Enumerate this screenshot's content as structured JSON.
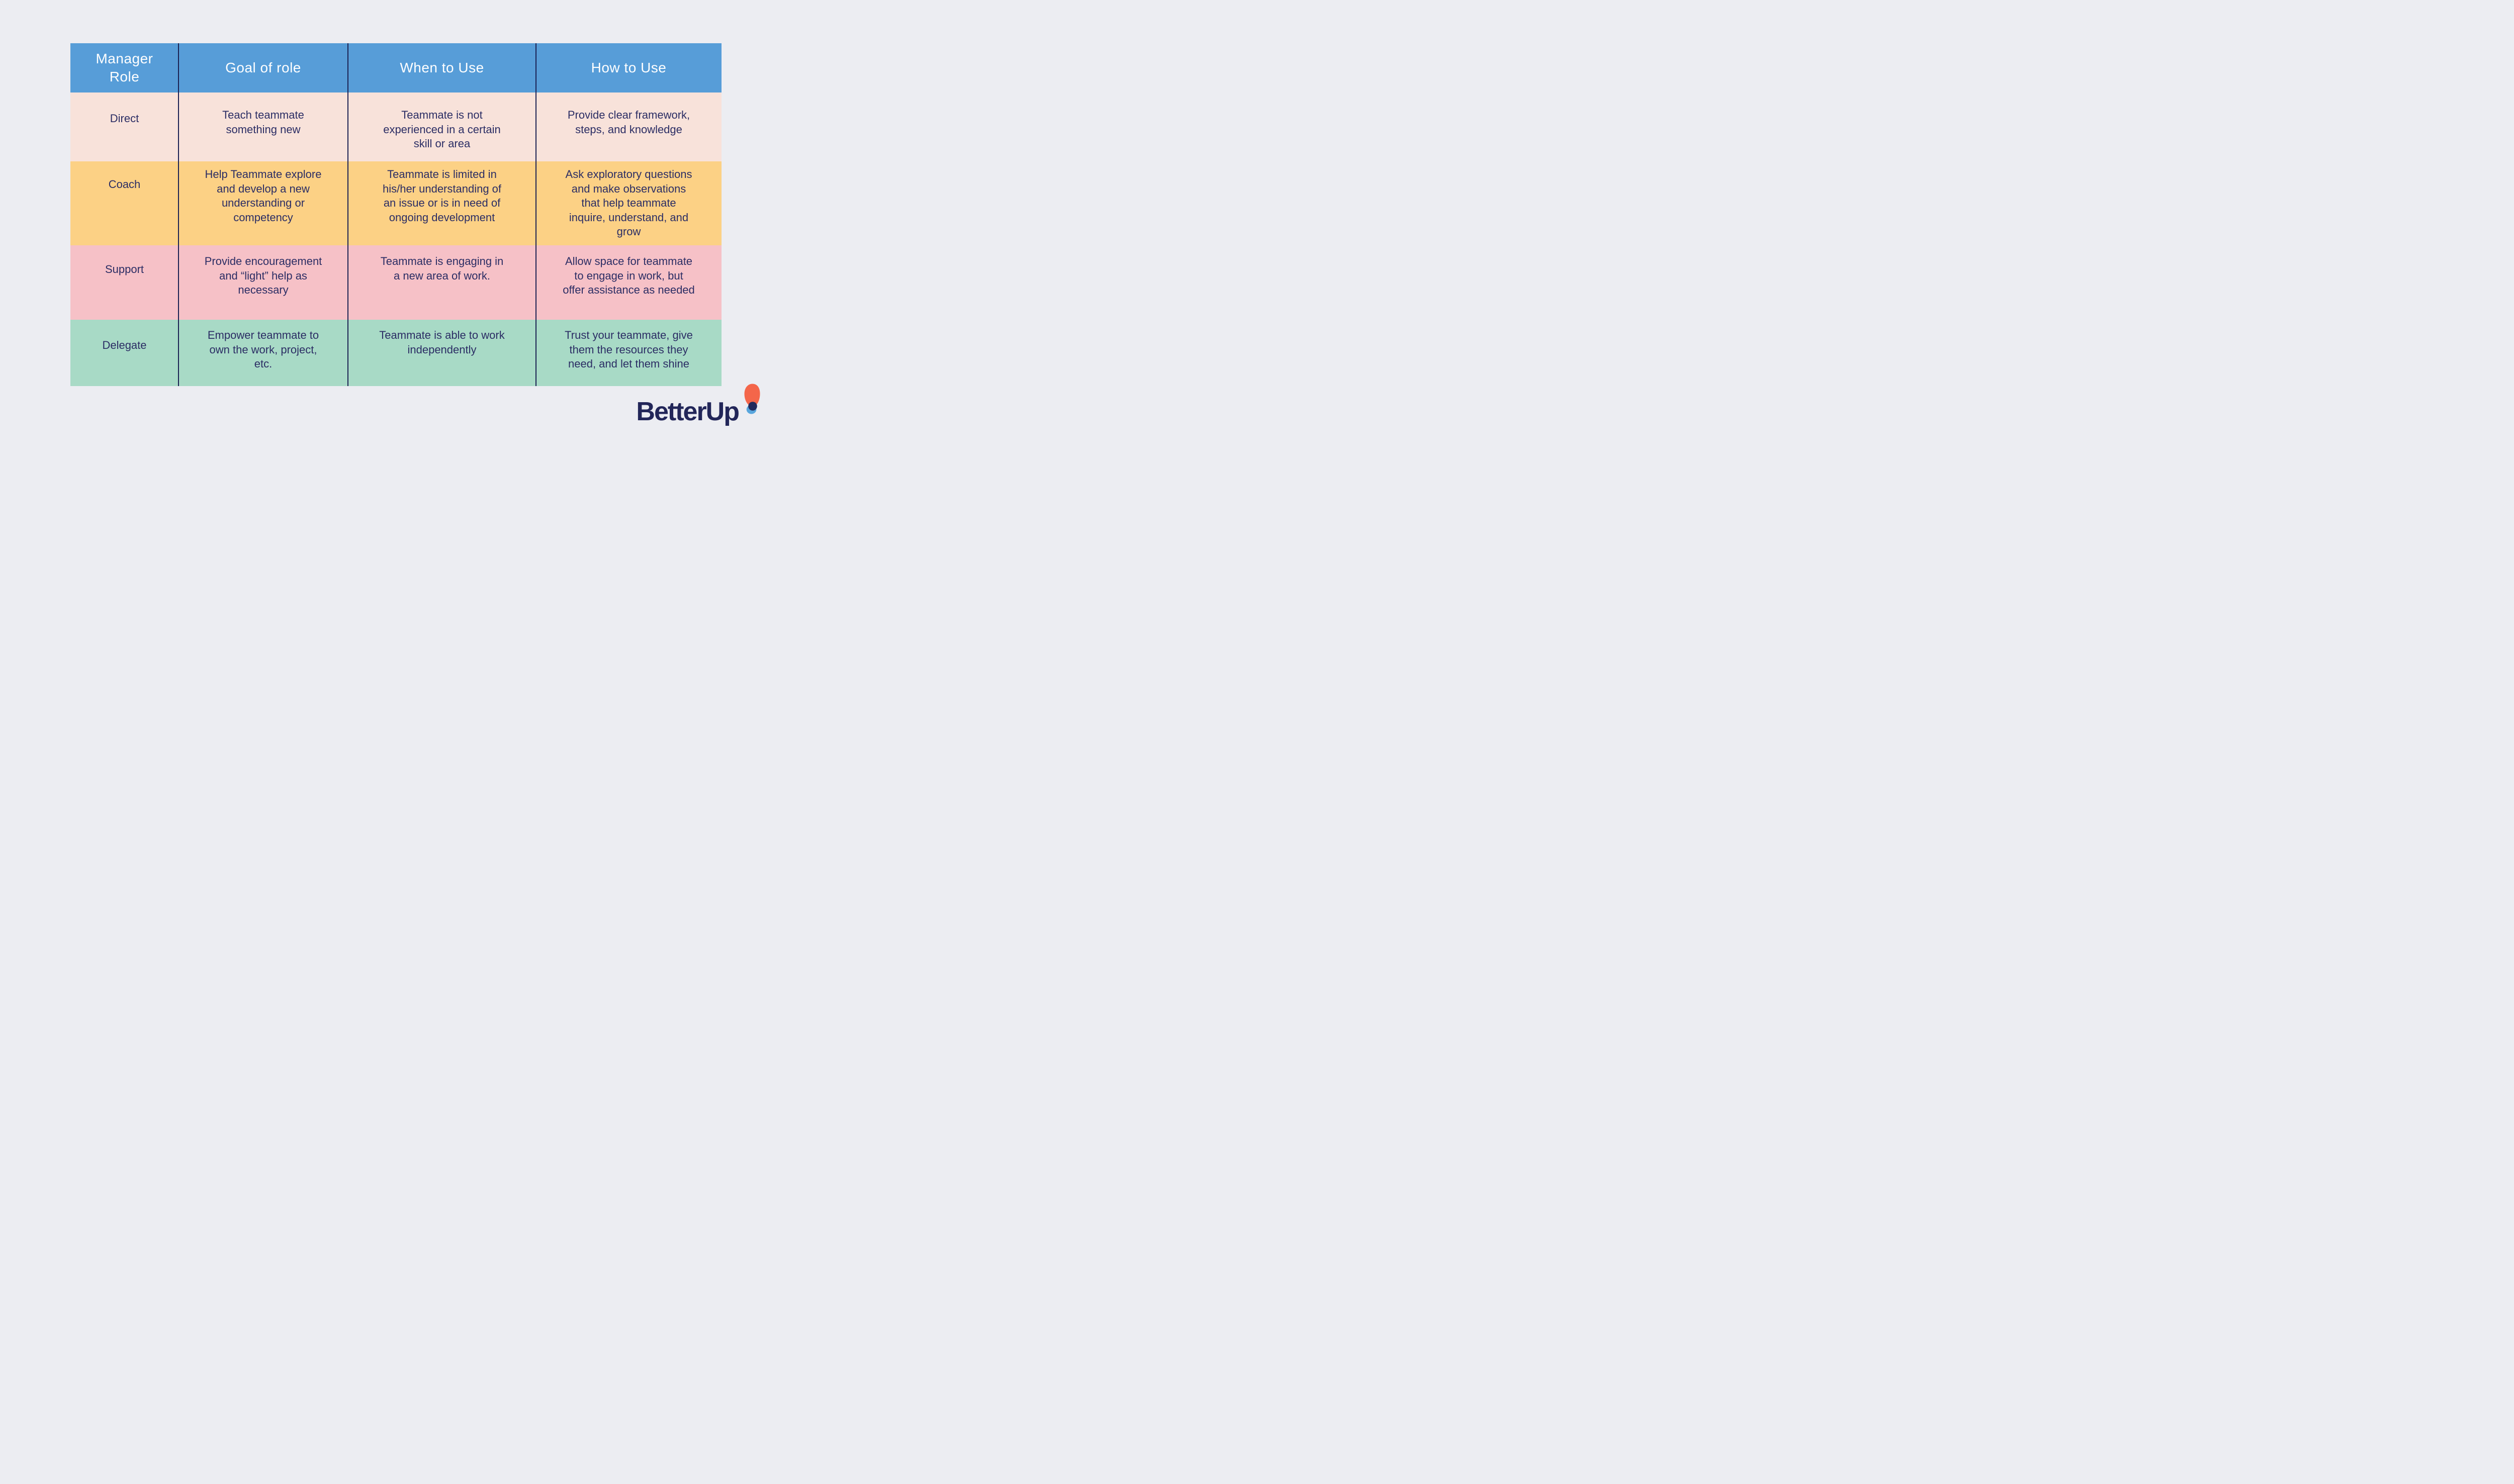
{
  "page": {
    "background_color": "#ECEDF2"
  },
  "table": {
    "header_color": "#579DD8",
    "header_text_color": "#FFFFFF",
    "divider_color": "#1A2052",
    "body_text_color": "#2B2D64",
    "columns": [
      "Manager\nRole",
      "Goal of role",
      "When to Use",
      "How to Use"
    ],
    "rows": [
      {
        "role": "Direct",
        "color": "#F8E2DA",
        "goal": "Teach teammate\nsomething new",
        "when": "Teammate is not\nexperienced in a certain\nskill or area",
        "how": "Provide clear framework,\nsteps, and knowledge"
      },
      {
        "role": "Coach",
        "color": "#FCD185",
        "goal": "Help Teammate explore\nand develop a new\nunderstanding or\ncompetency",
        "when": "Teammate is limited in\nhis/her understanding of\nan issue or is in need of\nongoing development",
        "how": "Ask exploratory questions\nand make observations\nthat help teammate\ninquire, understand, and\ngrow"
      },
      {
        "role": "Support",
        "color": "#F6C1C7",
        "goal": "Provide encouragement\nand “light” help as\nnecessary",
        "when": "Teammate is engaging in\na new area of work.",
        "how": "Allow space for teammate\nto engage in work, but\noffer assistance as needed"
      },
      {
        "role": "Delegate",
        "color": "#A8DAC6",
        "goal": "Empower teammate to\nown the work, project,\netc.",
        "when": "Teammate is able to work\nindependently",
        "how": "Trust your teammate, give\nthem the resources they\nneed, and let them shine"
      }
    ]
  },
  "logo": {
    "wordmark": "BetterUp",
    "text_color": "#222659",
    "mark_colors": {
      "coral": "#F4664A",
      "navy": "#232A5C",
      "blue": "#58A6DD"
    }
  }
}
